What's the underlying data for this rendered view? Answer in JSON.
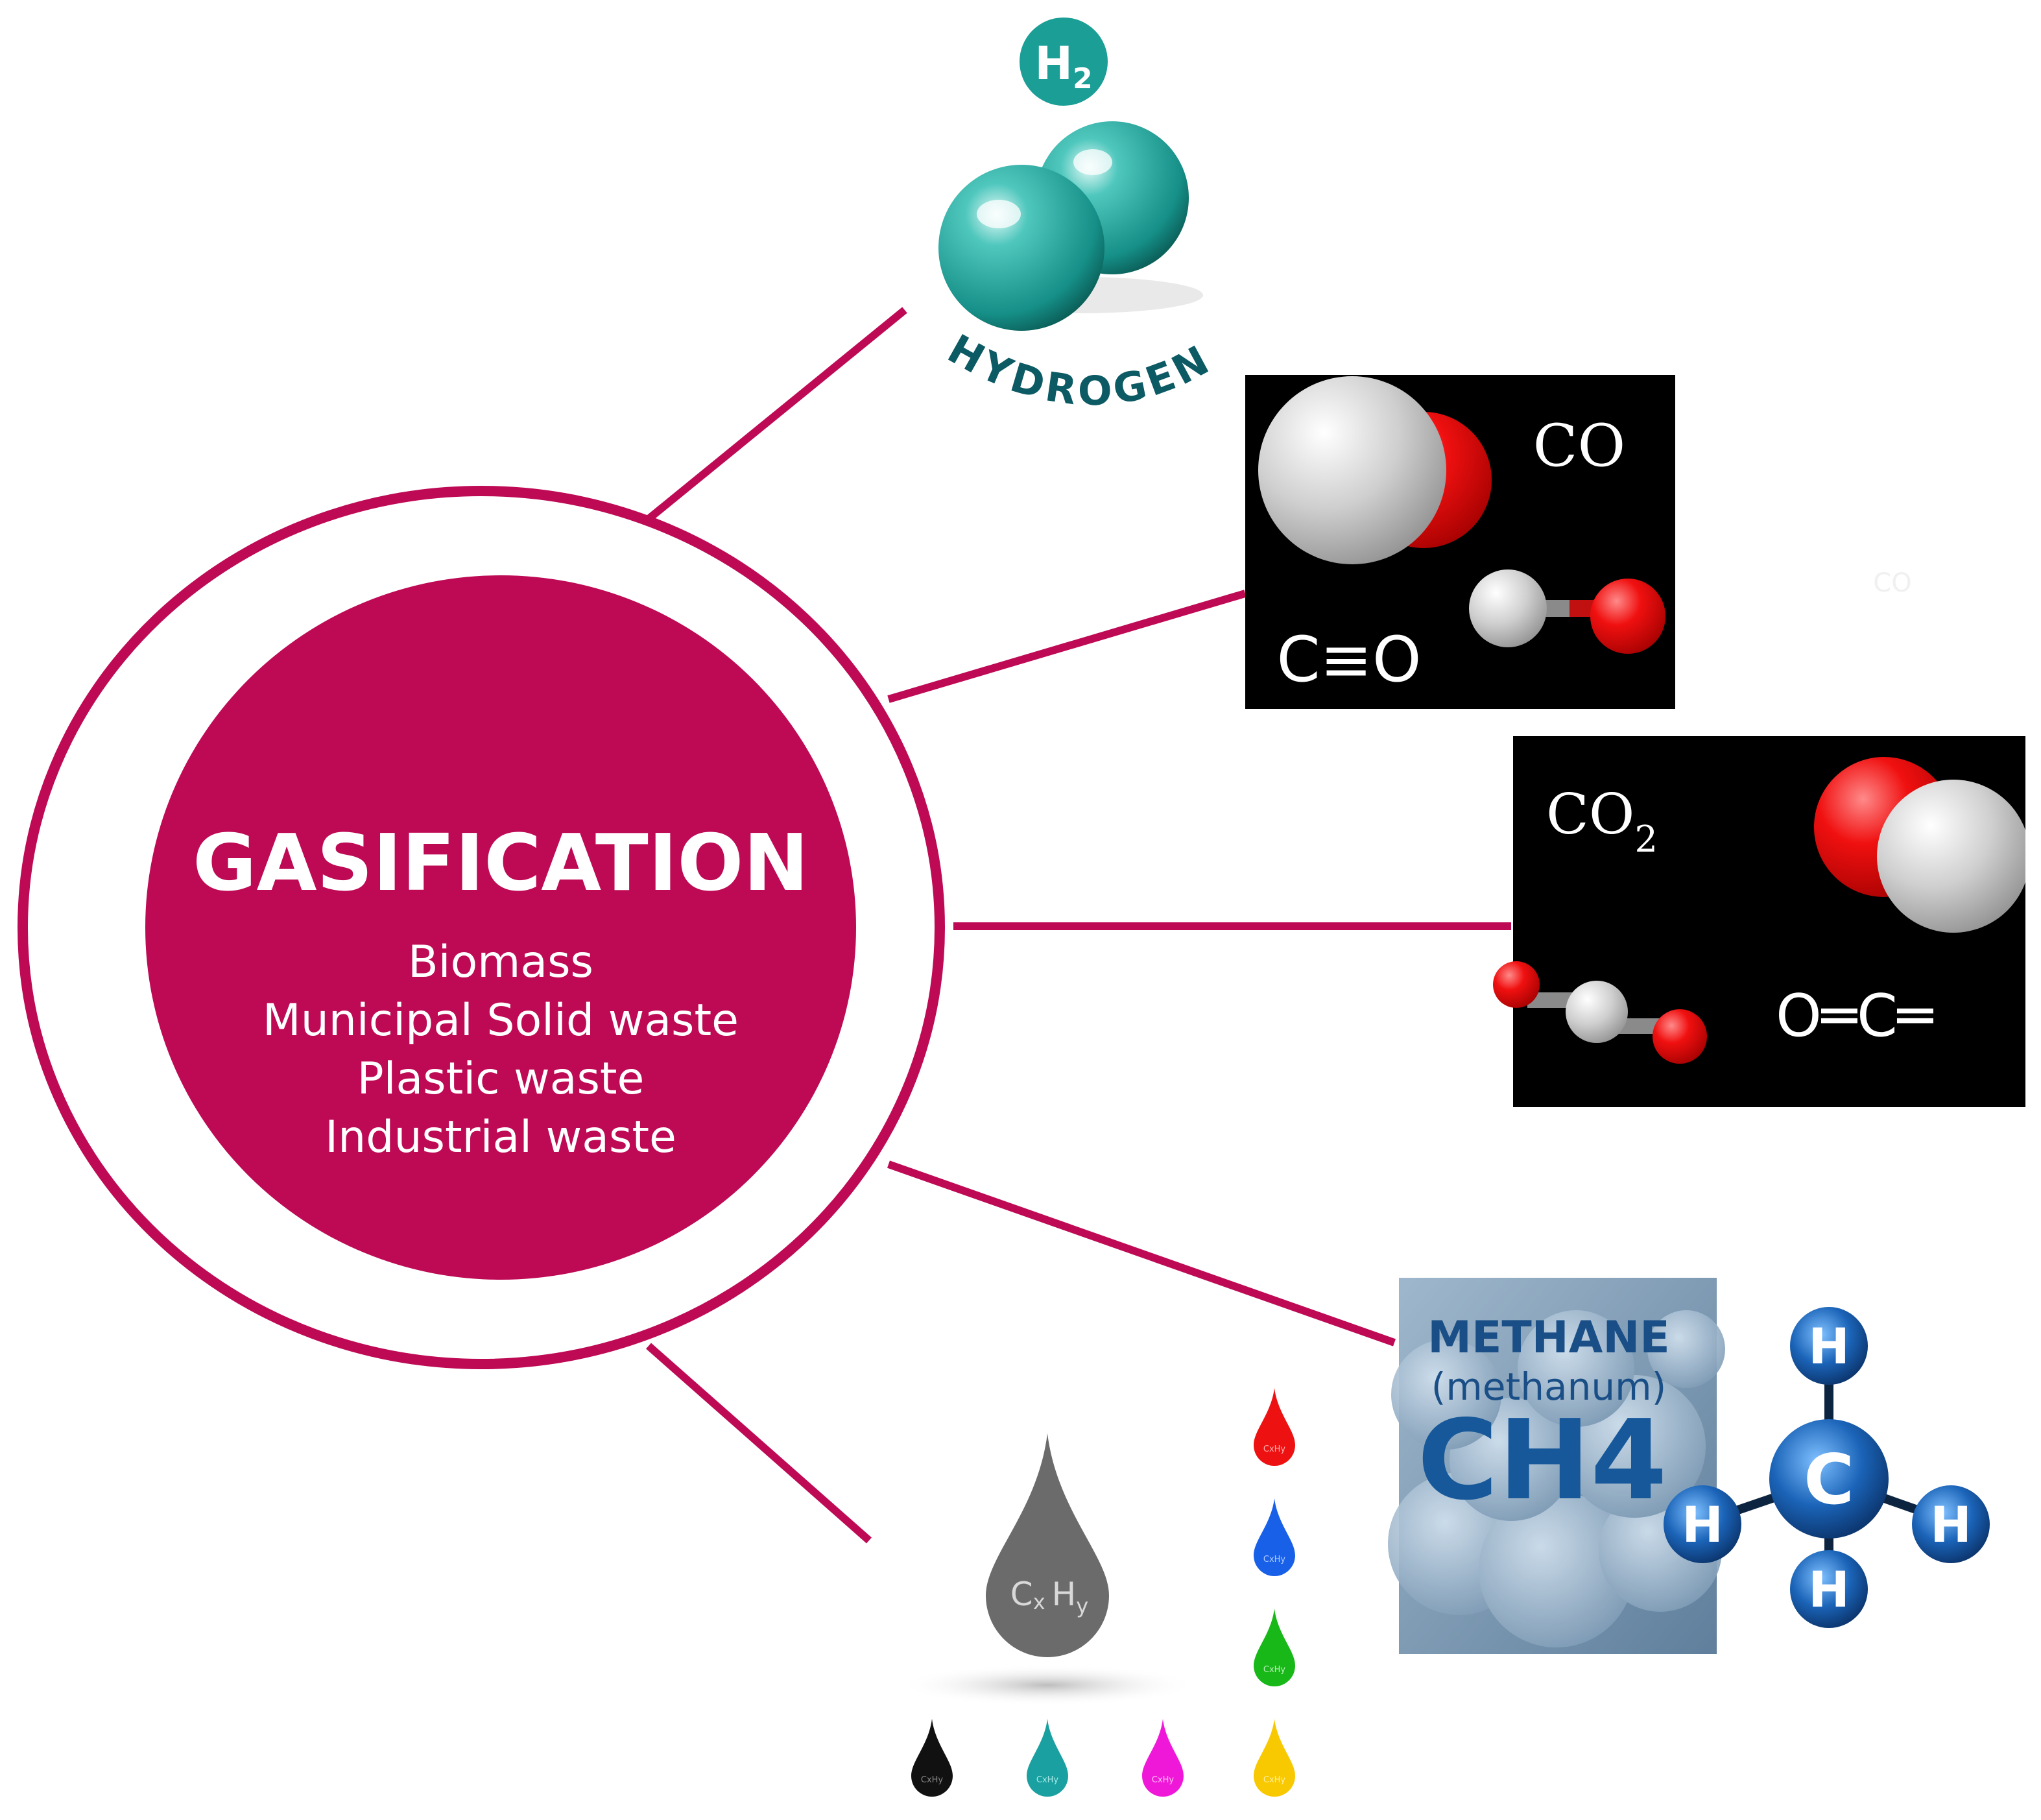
{
  "center": {
    "title": "GASIFICATION",
    "feedstocks": [
      "Biomass",
      "Municipal Solid waste",
      "Plastic waste",
      "Industrial waste"
    ]
  },
  "products": {
    "hydrogen": {
      "formula_main": "H",
      "formula_sub": "2",
      "name": "HYDROGEN"
    },
    "carbon_monoxide": {
      "formula": "CO",
      "structural": "C≡O",
      "faint_label": "CO"
    },
    "carbon_dioxide": {
      "formula_main": "CO",
      "formula_sub": "2",
      "structural": "O═C═"
    },
    "methane": {
      "name": "METHANE",
      "latin": "(methanum)",
      "formula": "CH4",
      "atom_c": "C",
      "atom_h": "H"
    },
    "hydrocarbons": {
      "label_c": "C",
      "label_x": "x",
      "label_h": "H",
      "label_y": "y",
      "small_label": "CxHy"
    }
  },
  "colors": {
    "brand": "#be0a55",
    "hydrogen_teal": "#1a9e96",
    "hydrogen_text": "#0c5a64",
    "oxygen_red": "#f01010",
    "carbon_grey": "#c8c8c8",
    "methane_blue": "#17589a",
    "drop_grey": "#6b6b6b",
    "drop_red": "#ee1111",
    "drop_blue": "#1860e8",
    "drop_green": "#18b818",
    "drop_black": "#111111",
    "drop_teal": "#1aa0a0",
    "drop_magenta": "#f018d8",
    "drop_yellow": "#f8c800"
  }
}
